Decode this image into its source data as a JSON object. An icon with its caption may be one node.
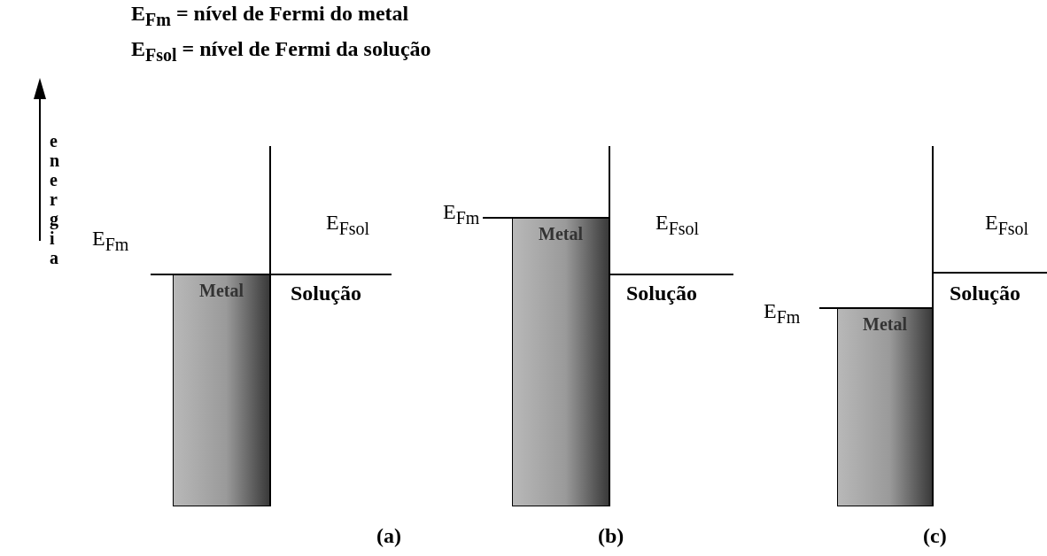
{
  "diagram": {
    "nodes": [
      {
        "text": [
          "Metal"
        ]
      },
      {
        "text": [
          "Metal"
        ]
      },
      {
        "text": [
          "Metal"
        ]
      }
    ],
    "labels": [
      "E$_{Fm}$ = nível de Fermi do metal",
      "E$_{Fsol}$ = nível de Fermi da solução",
      "energia",
      "E$_{Fm}$",
      "E$_{Fsol}$",
      "Solução",
      "(a)",
      "E$_{Fm}$",
      "E$_{Fsol}$",
      "Solução",
      "(b)",
      "E$_{Fm}$",
      "E$_{Fsol}$",
      "Solução",
      "(c)"
    ]
  }
}
